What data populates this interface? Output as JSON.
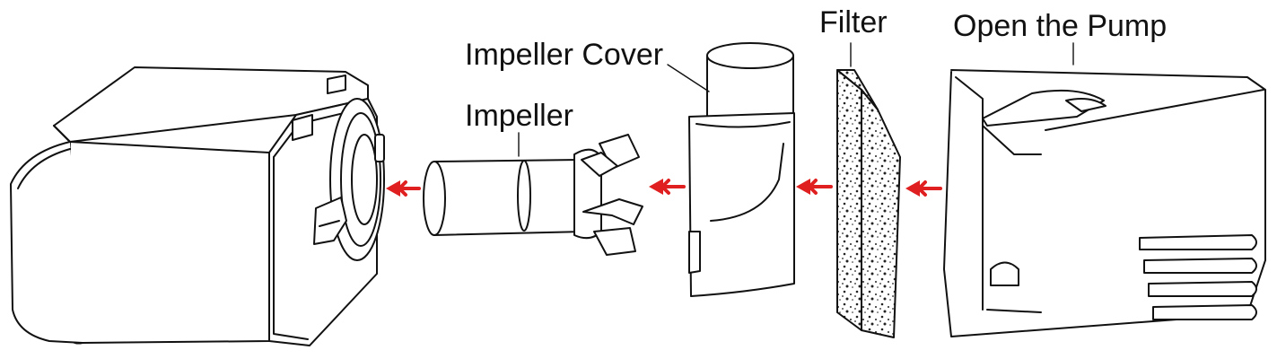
{
  "labels": {
    "impeller_cover": "Impeller Cover",
    "impeller": "Impeller",
    "filter": "Filter",
    "open_pump": "Open the Pump"
  },
  "colors": {
    "arrow": "#e02020",
    "line": "#111111",
    "background": "#ffffff"
  }
}
